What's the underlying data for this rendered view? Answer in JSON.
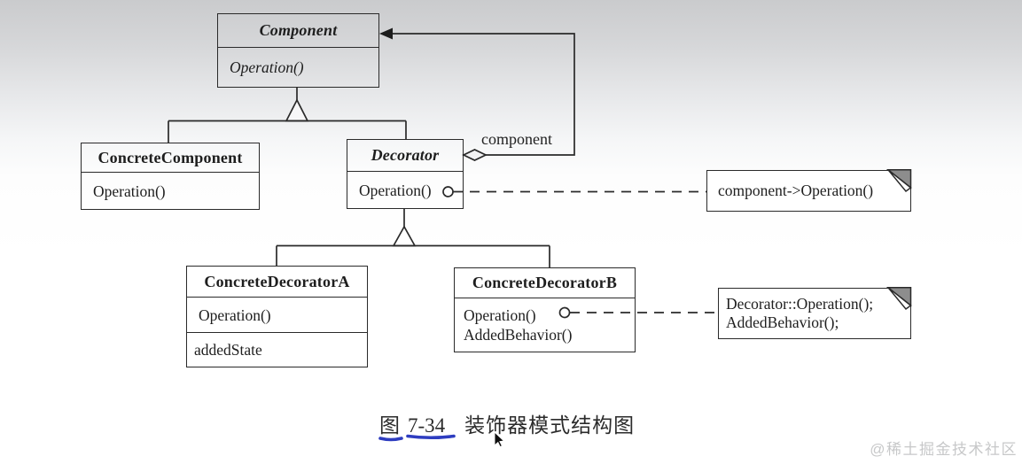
{
  "diagram": {
    "classes": [
      {
        "id": "component",
        "name": "Component",
        "abstract": true,
        "members": [
          "Operation()"
        ]
      },
      {
        "id": "concrete-component",
        "name": "ConcreteComponent",
        "abstract": false,
        "members": [
          "Operation()"
        ]
      },
      {
        "id": "decorator",
        "name": "Decorator",
        "abstract": true,
        "members": [
          "Operation()"
        ]
      },
      {
        "id": "concrete-decorator-a",
        "name": "ConcreteDecoratorA",
        "abstract": false,
        "members": [
          "Operation()"
        ],
        "attributes": [
          "addedState"
        ]
      },
      {
        "id": "concrete-decorator-b",
        "name": "ConcreteDecoratorB",
        "abstract": false,
        "members": [
          "Operation()",
          "AddedBehavior()"
        ]
      }
    ],
    "association_label": "component",
    "notes": [
      {
        "id": "note-decorator-operation",
        "lines": [
          "component->Operation()",
          ""
        ]
      },
      {
        "id": "note-concrete-decorator-b",
        "lines": [
          "Decorator::Operation();",
          "AddedBehavior();"
        ]
      }
    ]
  },
  "caption": {
    "prefix": "图",
    "number": "7-34",
    "title": "装饰器模式结构图"
  },
  "watermark": "@稀土掘金技术社区",
  "colors": {
    "line": "#2a2a2a",
    "note_fold": "#8d8d8d",
    "underline_blue": "#2e3dc0",
    "watermark_gray": "#c7c8c9"
  }
}
